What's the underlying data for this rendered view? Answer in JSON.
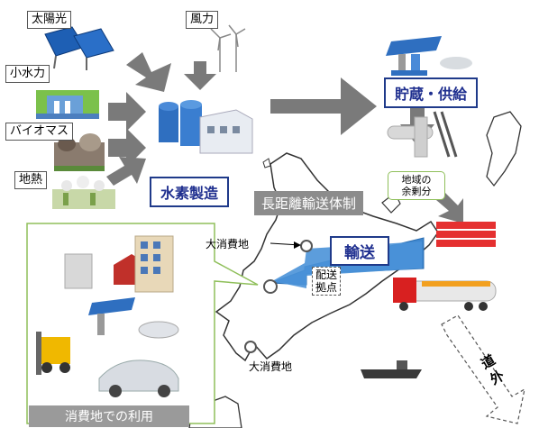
{
  "sources": {
    "solar": "太陽光",
    "wind": "風力",
    "hydro": "小水力",
    "biomass": "バイオマス",
    "geothermal": "地熱"
  },
  "production": "水素製造",
  "storage": "貯蔵・供給",
  "long_distance": "長距離輸送体制",
  "surplus": "地域の\n余剰分",
  "transport": "輸送",
  "distribution": "配送\n拠点",
  "big_consumption_1": "大消費地",
  "big_consumption_2": "大消費地",
  "usage": "消費地での利用",
  "outside": "道外",
  "colors": {
    "arrow_gray": "#7a7a7a",
    "accent_blue": "#1f3a8a",
    "transport_blue": "#3f87cf",
    "usage_border": "#8fbf5a"
  }
}
